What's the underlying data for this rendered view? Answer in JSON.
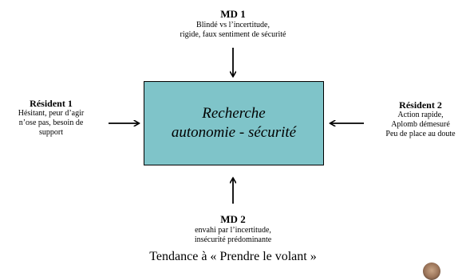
{
  "md1": {
    "title": "MD 1",
    "lines": [
      "Blindé vs l’incertitude,",
      "rigide, faux sentiment de sécurité"
    ]
  },
  "resident1": {
    "title": "Résident 1",
    "lines": [
      "Hésitant, peur d’agir",
      "n’ose pas, besoin de",
      "support"
    ]
  },
  "resident2": {
    "title": "Résident 2",
    "lines": [
      "Action rapide,",
      "Aplomb démesuré",
      "Peu de place au doute"
    ]
  },
  "md2": {
    "title": "MD 2",
    "lines": [
      "envahi par l’incertitude,",
      "insécurité prédominante"
    ]
  },
  "center": {
    "lines": [
      "Recherche",
      "autonomie - sécurité"
    ],
    "fill_color": "#7fc4c9"
  },
  "footer": {
    "text": "Tendance à « Prendre le volant »"
  }
}
